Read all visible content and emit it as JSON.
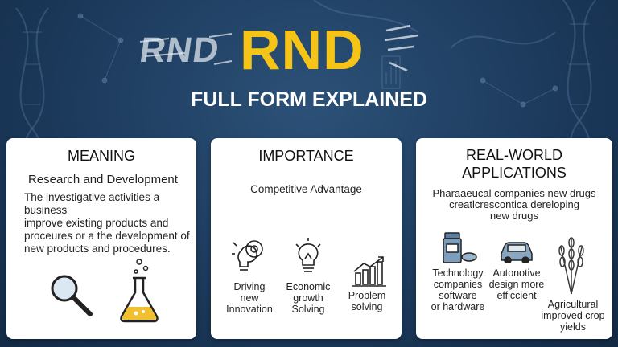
{
  "hero": {
    "ghost_text": "RND",
    "main_text": "RND",
    "subtitle": "FULL FORM EXPLAINED"
  },
  "colors": {
    "accent": "#f5c416",
    "background": "#1c3a5c",
    "card": "#ffffff"
  },
  "cards": [
    {
      "title": "MEANING",
      "subtitle": "Research and Development",
      "body_lines": [
        "The investigative activities a business",
        "improve existing products and",
        "proceures or a the development of",
        "new products and procedures."
      ],
      "icons": [
        "magnifier-icon",
        "flask-icon"
      ]
    },
    {
      "title": "IMPORTANCE",
      "subtitle": "Competitive Advantage",
      "items": [
        {
          "icon": "lightbulb-gears-icon",
          "lines": [
            "Driving",
            "new",
            "Innovation"
          ]
        },
        {
          "icon": "lightbulb-icon",
          "lines": [
            "Economic",
            "growth",
            "Solving"
          ]
        },
        {
          "icon": "growth-chart-icon",
          "lines": [
            "Problem",
            "solving"
          ]
        }
      ]
    },
    {
      "title_lines": [
        "REAL-WORLD",
        "APPLICATIONS"
      ],
      "body_lines": [
        "Pharaaeucal companies new drugs",
        "creatlcrescontica dereloping",
        "new drugs"
      ],
      "items": [
        {
          "icon": "medicine-bottle-icon",
          "lines": [
            "Technology",
            "companies",
            "software",
            "or hardware"
          ]
        },
        {
          "icon": "car-icon",
          "lines": [
            "Autonotive",
            "design more",
            "efficcient"
          ]
        },
        {
          "icon": "wheat-icon",
          "lines": [
            "Agricultural",
            "improved crop",
            "yields"
          ]
        }
      ]
    }
  ]
}
